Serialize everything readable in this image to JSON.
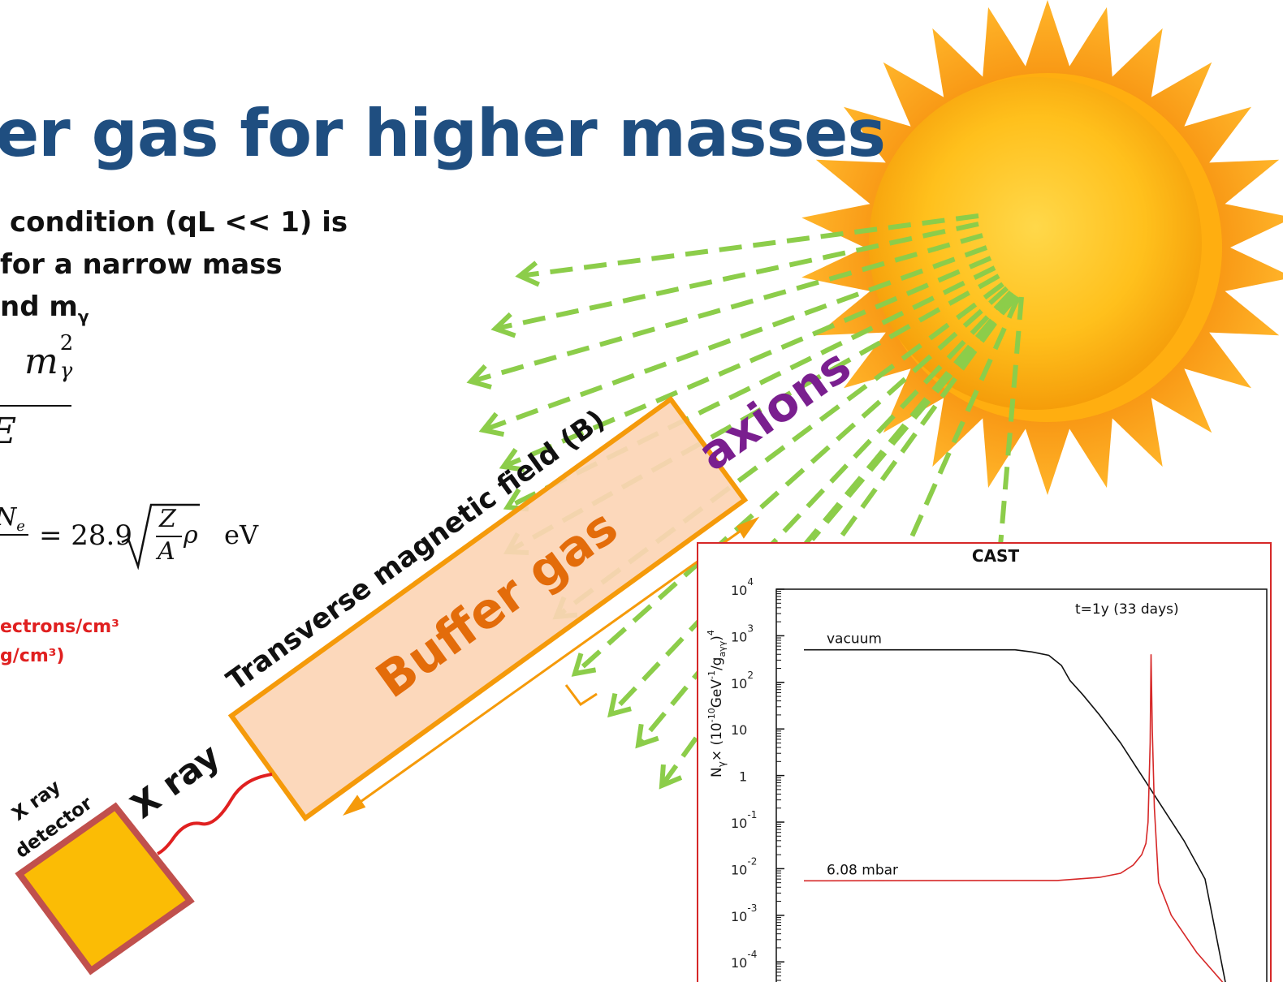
{
  "slide": {
    "title": "er gas for higher masses",
    "bullet_lines": [
      "condition (qL << 1) is",
      "for a narrow mass",
      "nd m",
      "γ"
    ],
    "formula_fragment_1": "m",
    "formula_fragment_1_sup": "2",
    "formula_fragment_1_sub": "γ",
    "formula_fragment_2": "E",
    "formula_fragment_3": "N",
    "formula_fragment_3_sub": "e",
    "formula_fragment_4": "= 28.9",
    "formula_fragment_5": "Z",
    "formula_fragment_6": "A",
    "formula_fragment_7": "ρ",
    "formula_fragment_8": "eV",
    "note_line_1": "ectrons/cm³",
    "note_line_2": "g/cm³)"
  },
  "diagram": {
    "labels": {
      "magnetic_field": "Transverse magnetic field (B)",
      "buffer_gas": "Buffer gas",
      "axions": "axions",
      "x_ray": "X ray",
      "detector_line_1": "X ray",
      "detector_line_2": "detector"
    },
    "colors": {
      "arrow_green": "#8ccd4a",
      "magnet_fill": "#fcd5b5",
      "magnet_stroke": "#f59a0a",
      "buffer_text": "#e36c0a",
      "axions_text": "#7a1f8f",
      "detector_fill": "#fbbc05",
      "detector_stroke": "#c0504d",
      "xray_wave": "#e02020",
      "sun_core": "#ffb400",
      "sun_rays": "#f5a623"
    }
  },
  "chart_data": {
    "type": "line",
    "title": "CAST",
    "ylabel": "N",
    "ylabel_sub": "γ",
    "ylabel_rest": "× (10",
    "ylabel_exp": "-10",
    "ylabel_unit": "GeV",
    "ylabel_unit_exp": "-1",
    "ylabel_g": "/g",
    "ylabel_g_sub": "aγγ",
    "ylabel_close": ")",
    "ylabel_power": "4",
    "annotation": "t=1y (33 days)",
    "y_scale": "log",
    "ylim": [
      3e-05,
      10000
    ],
    "y_ticks": [
      {
        "base": "10",
        "exp": "4",
        "value": 10000
      },
      {
        "base": "10",
        "exp": "3",
        "value": 1000
      },
      {
        "base": "10",
        "exp": "2",
        "value": 100
      },
      {
        "base": "10",
        "exp": "",
        "value": 10
      },
      {
        "base": "1",
        "exp": "",
        "value": 1
      },
      {
        "base": "10",
        "exp": "-1",
        "value": 0.1
      },
      {
        "base": "10",
        "exp": "-2",
        "value": 0.01
      },
      {
        "base": "10",
        "exp": "-3",
        "value": 0.001
      },
      {
        "base": "10",
        "exp": "-4",
        "value": 0.0001
      }
    ],
    "series": [
      {
        "name": "vacuum",
        "color": "#111111",
        "points": [
          [
            0.0,
            500
          ],
          [
            0.5,
            500
          ],
          [
            0.54,
            450
          ],
          [
            0.58,
            380
          ],
          [
            0.61,
            230
          ],
          [
            0.63,
            110
          ],
          [
            0.66,
            55
          ],
          [
            0.7,
            20
          ],
          [
            0.75,
            5
          ],
          [
            0.8,
            1.0
          ],
          [
            0.85,
            0.2
          ],
          [
            0.9,
            0.04
          ],
          [
            0.95,
            0.006
          ],
          [
            1.0,
            3e-05
          ]
        ]
      },
      {
        "name": "6.08 mbar",
        "color": "#d62828",
        "points": [
          [
            0.0,
            0.0055
          ],
          [
            0.6,
            0.0056
          ],
          [
            0.7,
            0.0065
          ],
          [
            0.75,
            0.008
          ],
          [
            0.78,
            0.012
          ],
          [
            0.8,
            0.02
          ],
          [
            0.81,
            0.035
          ],
          [
            0.815,
            0.1
          ],
          [
            0.82,
            5
          ],
          [
            0.8222,
            400
          ],
          [
            0.825,
            10
          ],
          [
            0.83,
            0.2
          ],
          [
            0.84,
            0.005
          ],
          [
            0.87,
            0.001
          ],
          [
            0.93,
            0.00016
          ],
          [
            1.0,
            3e-05
          ]
        ]
      }
    ]
  }
}
